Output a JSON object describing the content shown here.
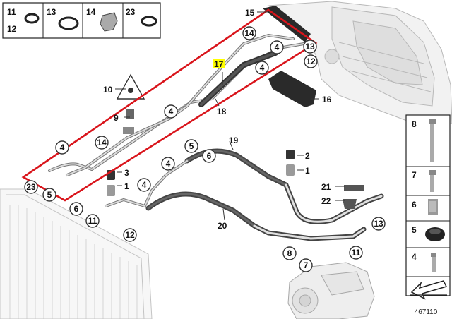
{
  "legend_box": [
    {
      "top": "11",
      "bottom": "12"
    },
    {
      "top": "13",
      "bottom": ""
    },
    {
      "top": "14",
      "bottom": ""
    },
    {
      "top": "23",
      "bottom": ""
    }
  ],
  "callouts_circled": [
    "14",
    "4",
    "4",
    "13",
    "12",
    "4",
    "14",
    "4",
    "5",
    "23",
    "6",
    "11",
    "5",
    "6",
    "4",
    "3",
    "1",
    "4",
    "12",
    "11",
    "13",
    "8",
    "11",
    "7"
  ],
  "callouts_plain": [
    "15",
    "17",
    "10",
    "9",
    "18",
    "16",
    "19",
    "2",
    "1",
    "21",
    "22",
    "20"
  ],
  "side_panel": [
    "8",
    "7",
    "6",
    "5",
    "4"
  ],
  "diagram_id": "467110",
  "colors": {
    "highlight_frame": "#d9141b",
    "highlight_label": "#ffff00"
  }
}
